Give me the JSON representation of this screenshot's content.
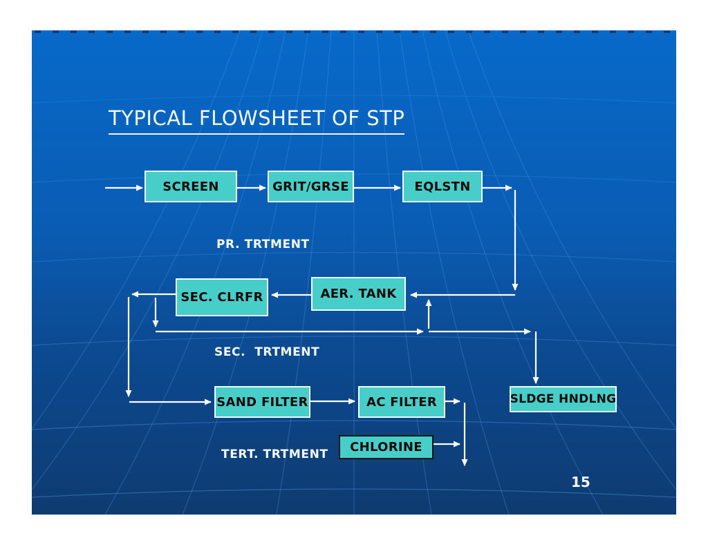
{
  "slide": {
    "title": "TYPICAL FLOWSHEET OF STP",
    "page_number": "15",
    "colors": {
      "background_top": "#0769c9",
      "background_bottom": "#0e3b70",
      "node_fill": "#48cec9",
      "node_border": "#f2fbff",
      "chlorine_border": "#141414",
      "node_text": "#0b0b0b",
      "arrow": "#ffffff",
      "grid_line": "#4e9be8"
    }
  },
  "nodes": [
    {
      "id": "screen",
      "label": "SCREEN"
    },
    {
      "id": "grit-grse",
      "label": "GRIT/GRSE"
    },
    {
      "id": "eqlstn",
      "label": "EQLSTN"
    },
    {
      "id": "sec-clrfr",
      "label": "SEC. CLRFR"
    },
    {
      "id": "aer-tank",
      "label": "AER. TANK"
    },
    {
      "id": "sand-filter",
      "label": "SAND FILTER"
    },
    {
      "id": "ac-filter",
      "label": "AC FILTER"
    },
    {
      "id": "sldge-hndlng",
      "label": "SLDGE HNDLNG"
    },
    {
      "id": "chlorine",
      "label": "CHLORINE"
    }
  ],
  "stage_labels": [
    {
      "id": "primary",
      "label": "PR. TRTMENT"
    },
    {
      "id": "secondary",
      "label": "SEC.  TRTMENT"
    },
    {
      "id": "tertiary",
      "label": "TERT. TRTMENT"
    }
  ]
}
